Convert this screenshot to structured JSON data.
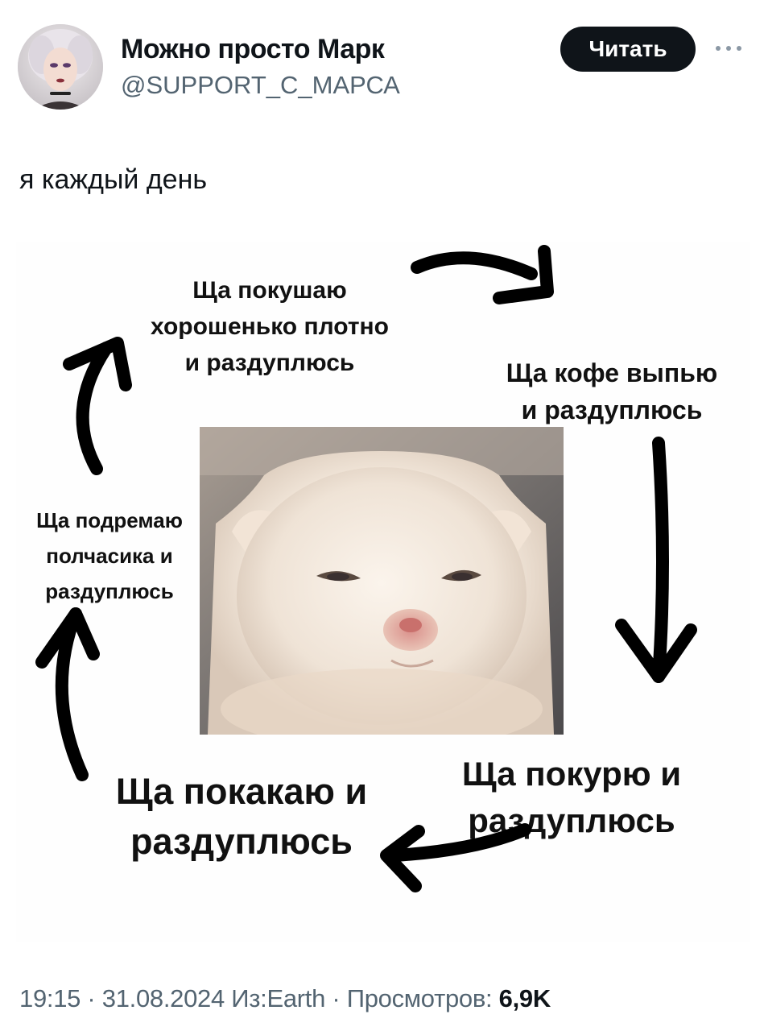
{
  "author": {
    "display_name": "Можно просто Марк",
    "handle": "@SUPPORT_C_МАРСА"
  },
  "follow_label": "Читать",
  "more_icon": "more-horizontal-icon",
  "tweet": {
    "text": "я каждый день"
  },
  "meme": {
    "captions": {
      "eat": [
        "Ща покушаю",
        "хорошенько плотно",
        "и раздуплюсь"
      ],
      "coffee": [
        "Ща кофе выпью",
        "и раздуплюсь"
      ],
      "smoke": [
        "Ща покурю и",
        "раздуплюсь"
      ],
      "poop": [
        "Ща покакаю и",
        "раздуплюсь"
      ],
      "nap": [
        "Ща подремаю",
        "полчасика и",
        "раздуплюсь"
      ]
    },
    "arrow_color": "#000000"
  },
  "meta": {
    "time": "19:15",
    "date": "31.08.2024",
    "source_label": "Из:",
    "source": "Earth",
    "views_label": "Просмотров:",
    "views": "6,9K"
  },
  "colors": {
    "text": "#0f1419",
    "secondary": "#536471",
    "button_bg": "#0f1419",
    "button_text": "#ffffff"
  }
}
